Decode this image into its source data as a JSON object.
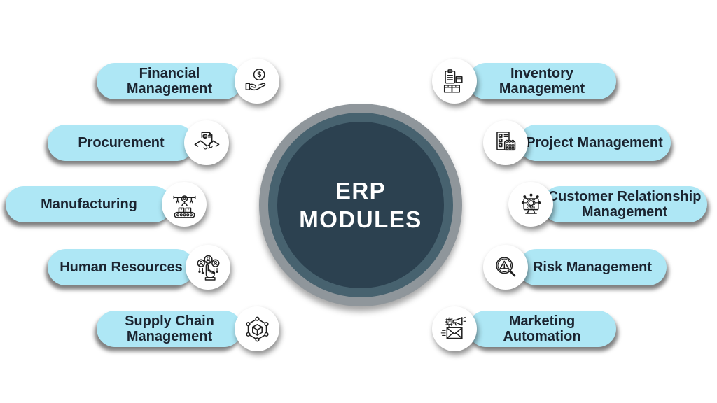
{
  "center": {
    "title": "ERP\nMODULES"
  },
  "modules": {
    "left": [
      {
        "label": "Financial\nManagement",
        "icon": "hand-coin-icon"
      },
      {
        "label": "Procurement",
        "icon": "handshake-contract-icon"
      },
      {
        "label": "Manufacturing",
        "icon": "conveyor-robot-icon"
      },
      {
        "label": "Human Resources",
        "icon": "people-selection-icon"
      },
      {
        "label": "Supply Chain\nManagement",
        "icon": "box-network-icon"
      }
    ],
    "right": [
      {
        "label": "Inventory\nManagement",
        "icon": "clipboard-boxes-icon"
      },
      {
        "label": "Project Management",
        "icon": "checklist-calendar-icon"
      },
      {
        "label": "Customer Relationship\nManagement",
        "icon": "crm-monitor-icon"
      },
      {
        "label": "Risk Management",
        "icon": "warning-magnifier-icon"
      },
      {
        "label": "Marketing\nAutomation",
        "icon": "email-megaphone-icon"
      }
    ]
  },
  "colors": {
    "pill": "#aee7f5",
    "pill_text": "#1b2430",
    "center_fill": "#2c4150",
    "center_ring": "#47626f",
    "center_halo": "#8f969b",
    "icon_stroke": "#1f1f1f",
    "icon_bg": "#ffffff",
    "title_text": "#ffffff"
  }
}
